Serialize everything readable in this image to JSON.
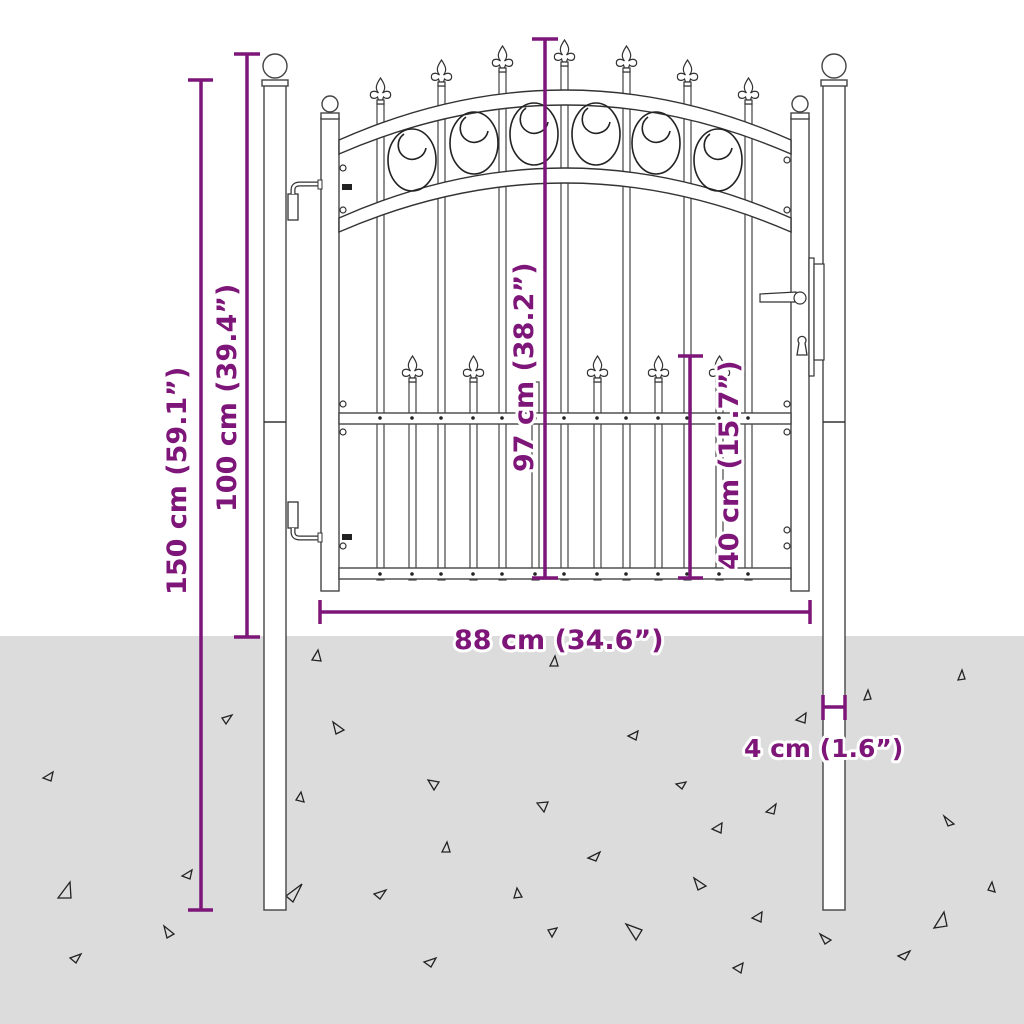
{
  "diagram": {
    "subject": "Garden gate with spear tops and fence posts",
    "colors": {
      "dimension": "#7d1678",
      "ground": "#dcdcdc",
      "background": "#ffffff",
      "line": "#333333"
    },
    "dimensions": {
      "post_height": {
        "label": "150 cm (59.1”)",
        "value_cm": 150,
        "value_in": 59.1
      },
      "gate_height": {
        "label": "100 cm (39.4”)",
        "value_cm": 100,
        "value_in": 39.4
      },
      "center_height": {
        "label": "97 cm (38.2”)",
        "value_cm": 97,
        "value_in": 38.2
      },
      "lower_section_height": {
        "label": "40 cm (15.7”)",
        "value_cm": 40,
        "value_in": 15.7
      },
      "gate_width": {
        "label": "88 cm (34.6”)",
        "value_cm": 88,
        "value_in": 34.6
      },
      "post_width": {
        "label": "4 cm (1.6”)",
        "value_cm": 4,
        "value_in": 1.6
      }
    },
    "components": [
      "left-post",
      "right-post",
      "gate-frame",
      "arched-top-rails",
      "oval-scroll-ornaments",
      "fleur-de-lis-finials",
      "lower-picket-finials",
      "hinges",
      "door-handle",
      "key-lock",
      "ground"
    ]
  }
}
